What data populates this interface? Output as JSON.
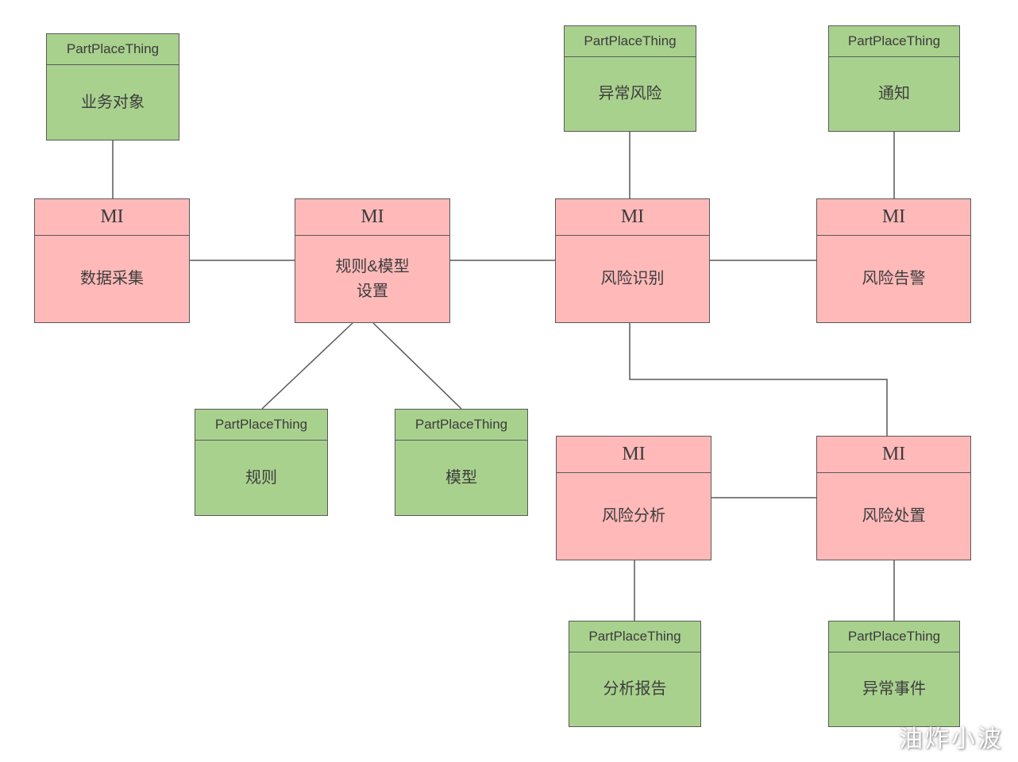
{
  "colors": {
    "green_fill": "#a9d18e",
    "pink_fill": "#ffb9b9",
    "border": "#595959",
    "line": "#595959"
  },
  "nodes": [
    {
      "id": "business-object",
      "stereotype": "PartPlaceThing",
      "label": "业务对象"
    },
    {
      "id": "abnormal-risk",
      "stereotype": "PartPlaceThing",
      "label": "异常风险"
    },
    {
      "id": "notification",
      "stereotype": "PartPlaceThing",
      "label": "通知"
    },
    {
      "id": "data-collection",
      "stereotype": "MI",
      "label": "数据采集"
    },
    {
      "id": "rule-model-setting",
      "stereotype": "MI",
      "label": "规则&模型\n设置"
    },
    {
      "id": "risk-identification",
      "stereotype": "MI",
      "label": "风险识别"
    },
    {
      "id": "risk-alert",
      "stereotype": "MI",
      "label": "风险告警"
    },
    {
      "id": "rule",
      "stereotype": "PartPlaceThing",
      "label": "规则"
    },
    {
      "id": "model",
      "stereotype": "PartPlaceThing",
      "label": "模型"
    },
    {
      "id": "risk-analysis",
      "stereotype": "MI",
      "label": "风险分析"
    },
    {
      "id": "risk-disposal",
      "stereotype": "MI",
      "label": "风险处置"
    },
    {
      "id": "analysis-report",
      "stereotype": "PartPlaceThing",
      "label": "分析报告"
    },
    {
      "id": "abnormal-event",
      "stereotype": "PartPlaceThing",
      "label": "异常事件"
    }
  ],
  "edges": [
    {
      "from": "business-object",
      "to": "data-collection"
    },
    {
      "from": "data-collection",
      "to": "rule-model-setting"
    },
    {
      "from": "rule-model-setting",
      "to": "risk-identification"
    },
    {
      "from": "abnormal-risk",
      "to": "risk-identification"
    },
    {
      "from": "risk-identification",
      "to": "risk-alert"
    },
    {
      "from": "notification",
      "to": "risk-alert"
    },
    {
      "from": "rule-model-setting",
      "to": "rule"
    },
    {
      "from": "rule-model-setting",
      "to": "model"
    },
    {
      "from": "risk-identification",
      "to": "risk-disposal"
    },
    {
      "from": "risk-analysis",
      "to": "risk-disposal"
    },
    {
      "from": "risk-analysis",
      "to": "analysis-report"
    },
    {
      "from": "risk-disposal",
      "to": "abnormal-event"
    }
  ],
  "watermark": "油炸小波"
}
